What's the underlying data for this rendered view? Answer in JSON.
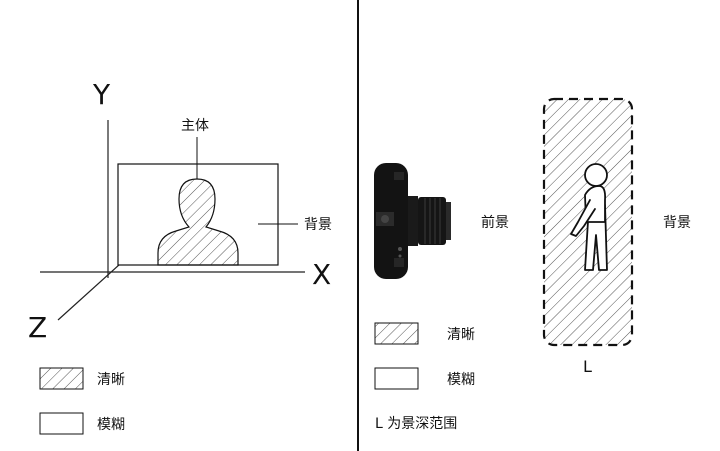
{
  "left_panel": {
    "axis_y": "Y",
    "axis_x": "X",
    "axis_z": "Z",
    "subject_label": "主体",
    "background_label": "背景",
    "legend": [
      {
        "label": "清晰",
        "style": "hatched"
      },
      {
        "label": "模糊",
        "style": "blank"
      }
    ]
  },
  "right_panel": {
    "foreground_label": "前景",
    "background_label": "背景",
    "dof_letter": "L",
    "legend": [
      {
        "label": "清晰",
        "style": "hatched"
      },
      {
        "label": "模糊",
        "style": "blank"
      }
    ],
    "note": "L 为景深范围"
  },
  "colors": {
    "line": "#111111",
    "camera": "#121212",
    "background": "#ffffff"
  }
}
